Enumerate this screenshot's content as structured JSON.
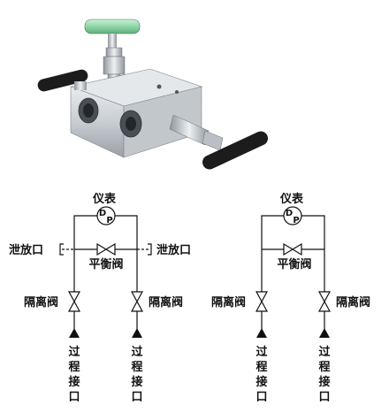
{
  "photo": {
    "subject": "three-valve-manifold-product-photo",
    "handle_color": "#8fd6a8",
    "body_color": "#c8cdd2"
  },
  "left_diagram": {
    "meter": "仪表",
    "meter_symbol_d": "D",
    "meter_symbol_p": "P",
    "vent_left": "泄放口",
    "vent_right": "泄放口",
    "balance_valve": "平衡阀",
    "isolation_left": "隔离阀",
    "isolation_right": "隔离阀",
    "process_left": [
      "过",
      "程",
      "接",
      "口"
    ],
    "process_right": [
      "过",
      "程",
      "接",
      "口"
    ]
  },
  "right_diagram": {
    "meter": "仪表",
    "meter_symbol_d": "D",
    "meter_symbol_p": "P",
    "balance_valve": "平衡阀",
    "isolation_left": "隔离阀",
    "isolation_right": "隔离阀",
    "process_left": [
      "过",
      "程",
      "接",
      "口"
    ],
    "process_right": [
      "过",
      "程",
      "接",
      "口"
    ]
  }
}
